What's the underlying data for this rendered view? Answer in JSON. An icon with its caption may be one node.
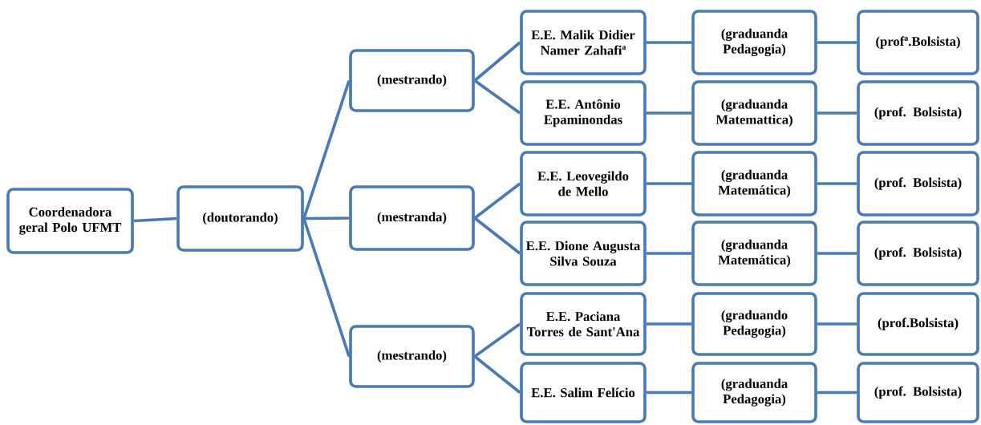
{
  "diagram": {
    "nodes": [
      {
        "text": [
          "Coordenadora geral Polo UFMT"
        ]
      },
      {
        "text": [
          "(doutorando)"
        ]
      },
      {
        "text": [
          "(mestrando)"
        ]
      },
      {
        "text": [
          "(mestranda)"
        ]
      },
      {
        "text": [
          "(mestrando)"
        ]
      },
      {
        "text": [
          "E.E. Malik Didier Namer Zahafiª"
        ]
      },
      {
        "text": [
          "(graduanda Pedagogia)"
        ]
      },
      {
        "text": [
          "(profª.Bolsista)"
        ]
      },
      {
        "text": [
          "E.E. Antônio Epaminondas"
        ]
      },
      {
        "text": [
          "(graduanda Matemattica)"
        ]
      },
      {
        "text": [
          "(prof. Bolsista)"
        ]
      },
      {
        "text": [
          "E.E. Leovegildo de Mello"
        ]
      },
      {
        "text": [
          "(graduanda Matemática)"
        ]
      },
      {
        "text": [
          "(prof. Bolsista)"
        ]
      },
      {
        "text": [
          "E.E. Dione Augusta Silva Souza"
        ]
      },
      {
        "text": [
          "(graduanda Matemática)"
        ]
      },
      {
        "text": [
          "(prof. Bolsista)"
        ]
      },
      {
        "text": [
          "E.E. Paciana Torres de Sant'Ana"
        ]
      },
      {
        "text": [
          "(graduando Pedagogia)"
        ]
      },
      {
        "text": [
          "(prof.Bolsista)"
        ]
      },
      {
        "text": [
          "E.E. Salim Felício"
        ]
      },
      {
        "text": [
          "(graduanda Pedagogia)"
        ]
      },
      {
        "text": [
          "(prof. Bolsista)"
        ]
      }
    ],
    "edges": [
      {
        "from": 0,
        "to": 1,
        "arrow": "none"
      },
      {
        "from": 1,
        "to": 2,
        "arrow": "none"
      },
      {
        "from": 1,
        "to": 3,
        "arrow": "none"
      },
      {
        "from": 1,
        "to": 4,
        "arrow": "none"
      },
      {
        "from": 2,
        "to": 5,
        "arrow": "none"
      },
      {
        "from": 2,
        "to": 8,
        "arrow": "none"
      },
      {
        "from": 3,
        "to": 11,
        "arrow": "none"
      },
      {
        "from": 3,
        "to": 14,
        "arrow": "none"
      },
      {
        "from": 4,
        "to": 17,
        "arrow": "none"
      },
      {
        "from": 4,
        "to": 20,
        "arrow": "none"
      },
      {
        "from": 5,
        "to": 6,
        "arrow": "none"
      },
      {
        "from": 6,
        "to": 7,
        "arrow": "none"
      },
      {
        "from": 8,
        "to": 9,
        "arrow": "none"
      },
      {
        "from": 9,
        "to": 10,
        "arrow": "none"
      },
      {
        "from": 11,
        "to": 12,
        "arrow": "none"
      },
      {
        "from": 12,
        "to": 13,
        "arrow": "none"
      },
      {
        "from": 14,
        "to": 15,
        "arrow": "none"
      },
      {
        "from": 15,
        "to": 16,
        "arrow": "none"
      },
      {
        "from": 17,
        "to": 18,
        "arrow": "none"
      },
      {
        "from": 18,
        "to": 19,
        "arrow": "none"
      },
      {
        "from": 20,
        "to": 21,
        "arrow": "none"
      },
      {
        "from": 21,
        "to": 22,
        "arrow": "none"
      }
    ]
  }
}
